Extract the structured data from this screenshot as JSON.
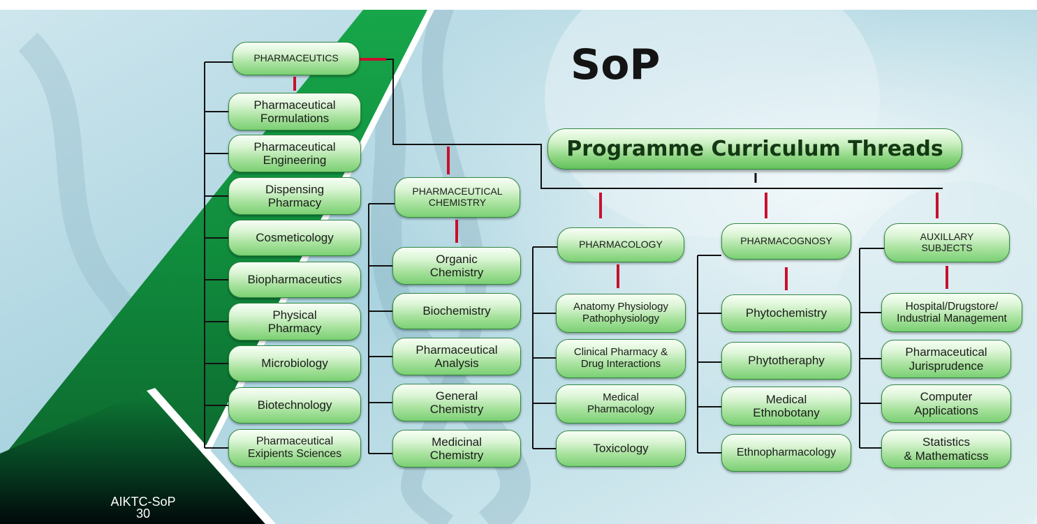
{
  "brand": "SoP",
  "title": "Programme Curriculum Threads",
  "footer": {
    "org": "AIKTC-SoP",
    "page": "30"
  },
  "colors": {
    "green_band": "#139a43",
    "node_border": "#2f8a3c",
    "connector_red": "#c8102e",
    "connector_black": "#111111"
  },
  "pharmaceutics": {
    "head": "PHARMACEUTICS",
    "items": [
      "Pharmaceutical\nFormulations",
      "Pharmaceutical\nEngineering",
      "Dispensing\nPharmacy",
      "Cosmeticology",
      "Biopharmaceutics",
      "Physical\nPharmacy",
      "Microbiology",
      "Biotechnology",
      "Pharmaceutical\nExipients Sciences"
    ]
  },
  "chemistry": {
    "head": "PHARMACEUTICAL\nCHEMISTRY",
    "items": [
      "Organic\nChemistry",
      "Biochemistry",
      "Pharmaceutical\nAnalysis",
      "General\nChemistry",
      "Medicinal\nChemistry"
    ]
  },
  "pharmacology": {
    "head": "PHARMACOLOGY",
    "items": [
      "Anatomy Physiology\nPathophysiology",
      "Clinical Pharmacy &\nDrug Interactions",
      "Medical\nPharmacology",
      "Toxicology"
    ]
  },
  "pharmacognosy": {
    "head": "PHARMACOGNOSY",
    "items": [
      "Phytochemistry",
      "Phytotheraphy",
      "Medical\nEthnobotany",
      "Ethnopharmacology"
    ]
  },
  "auxiliary": {
    "head": "AUXILLARY\nSUBJECTS",
    "items": [
      "Hospital/Drugstore/\nIndustrial Management",
      "Pharmaceutical\nJurisprudence",
      "Computer\nApplications",
      "Statistics\n& Mathematicss"
    ]
  }
}
